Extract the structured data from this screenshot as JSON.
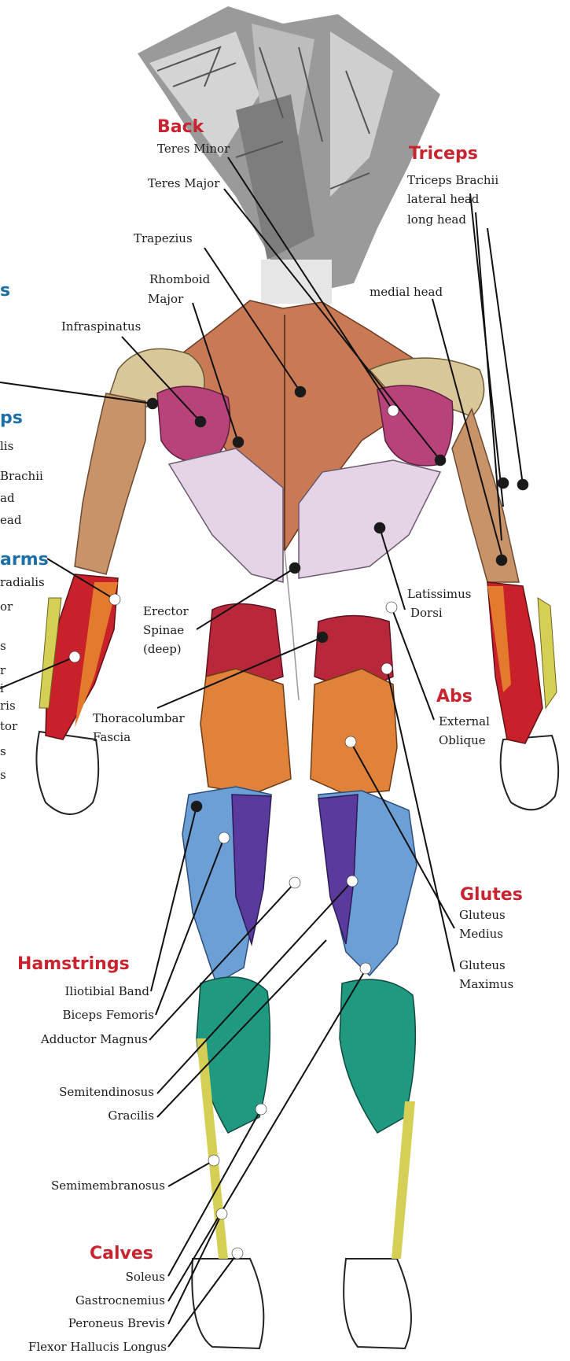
{
  "groups": {
    "back": "Back",
    "triceps": "Triceps",
    "abs": "Abs",
    "glutes": "Glutes",
    "hamstrings": "Hamstrings",
    "calves": "Calves",
    "left_partial_1": "s",
    "left_partial_2": "ps",
    "left_partial_3": "arms"
  },
  "labels": {
    "teres_minor": "Teres Minor",
    "teres_major": "Teres Major",
    "trapezius": "Trapezius",
    "rhomboid_1": "Rhomboid",
    "rhomboid_2": "Major",
    "infraspinatus": "Infraspinatus",
    "triceps_brachii": "Triceps Brachii",
    "lateral_head": "lateral head",
    "long_head": "long head",
    "medial_head": "medial head",
    "erector_1": "Erector",
    "erector_2": "Spinae",
    "erector_3": "(deep)",
    "thoracolumbar_1": "Thoracolumbar",
    "thoracolumbar_2": "Fascia",
    "latissimus_1": "Latissimus",
    "latissimus_2": "Dorsi",
    "external_1": "External",
    "external_2": "Oblique",
    "gluteus_medius_1": "Gluteus",
    "gluteus_medius_2": "Medius",
    "gluteus_maximus_1": "Gluteus",
    "gluteus_maximus_2": "Maximus",
    "iliotibial": "Iliotibial Band",
    "biceps_femoris": "Biceps Femoris",
    "adductor_magnus": "Adductor Magnus",
    "semitendinosus": "Semitendinosus",
    "gracilis": "Gracilis",
    "semimembranosus": "Semimembranosus",
    "soleus": "Soleus",
    "gastrocnemius": "Gastrocnemius",
    "peroneus_brevis": "Peroneus Brevis",
    "flexor_hallucis": "Flexor Hallucis Longus"
  },
  "left_cut_labels": [
    "lis",
    "Brachii",
    "ad",
    "ead",
    "radialis",
    "or",
    "s",
    "r",
    "i",
    "ris",
    "tor",
    "s",
    "s"
  ],
  "colors": {
    "group_red": "#c8242f",
    "group_blue": "#1d6fa8",
    "trapezius": "#c97a55",
    "deltoid": "#d9c79a",
    "infraspinatus": "#b8437a",
    "latissimus": "#e4d4e6",
    "triceps": "#c9936a",
    "forearm_red": "#c9212a",
    "forearm_orange": "#e37a2c",
    "oblique_red": "#b8283a",
    "gluteus": "#e0823a",
    "hamstring_blue": "#6b9fd6",
    "hamstring_purple": "#5b3a9e",
    "calf_teal": "#1f9a80",
    "calf_yellow": "#d6cf55",
    "skin": "#ffffff"
  }
}
